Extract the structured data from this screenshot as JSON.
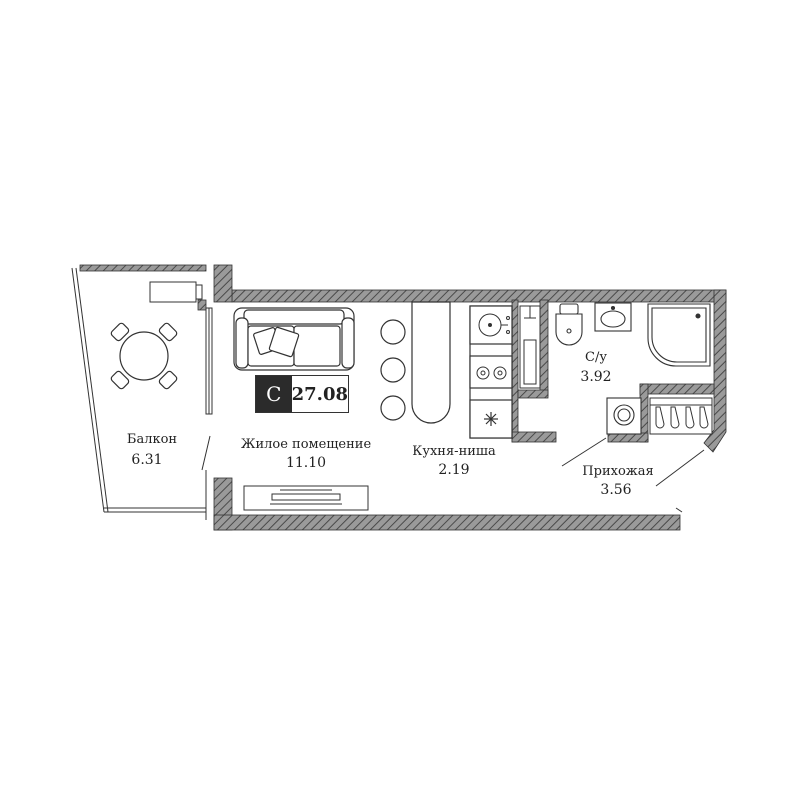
{
  "unit_badge": {
    "type": "С",
    "total_area": "27.08",
    "type_bg_color": "#2b2b2b"
  },
  "rooms": [
    {
      "name": "Балкон",
      "area": "6.31"
    },
    {
      "name": "Жилое помещение",
      "area": "11.10"
    },
    {
      "name": "Кухня-ниша",
      "area": "2.19"
    },
    {
      "name": "С/у",
      "area": "3.92"
    },
    {
      "name": "Прихожая",
      "area": "3.56"
    }
  ],
  "colors": {
    "wall_fill": "#8c8c8c",
    "line": "#333333",
    "hatch": "#5a5a5a"
  },
  "icons": [
    "sofa-icon",
    "dining-table-icon",
    "bar-stool-icon",
    "sink-icon",
    "cooktop-icon",
    "fridge-icon",
    "toilet-icon",
    "shower-icon",
    "washing-machine-icon",
    "tv-unit-icon",
    "wardrobe-icon",
    "radiator-icon"
  ]
}
